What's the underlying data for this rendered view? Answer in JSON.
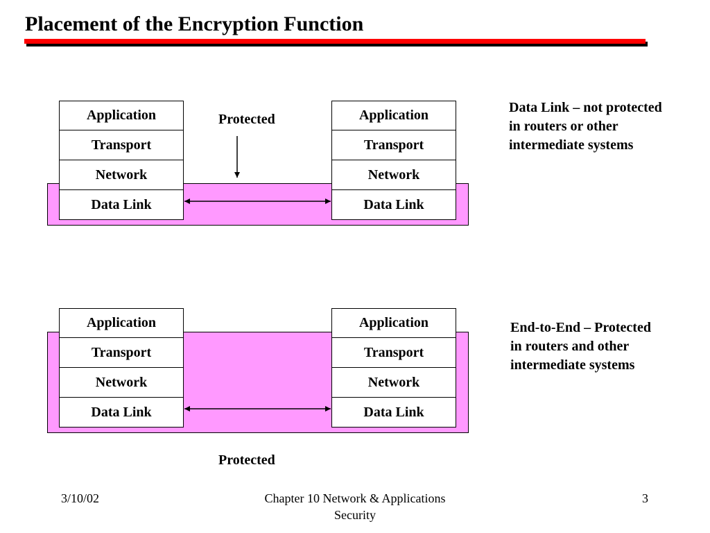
{
  "slide": {
    "title": "Placement of the Encryption Function",
    "colors": {
      "title_rule": "#ff0000",
      "band_fill": "#ff99ff"
    }
  },
  "top_diagram": {
    "left_stack": [
      "Application",
      "Transport",
      "Network",
      "Data Link"
    ],
    "right_stack": [
      "Application",
      "Transport",
      "Network",
      "Data Link"
    ],
    "protected_label": "Protected",
    "note_lines": [
      "Data Link – not protected",
      "in routers or other",
      "intermediate systems"
    ]
  },
  "bottom_diagram": {
    "left_stack": [
      "Application",
      "Transport",
      "Network",
      "Data Link"
    ],
    "right_stack": [
      "Application",
      "Transport",
      "Network",
      "Data Link"
    ],
    "protected_label": "Protected",
    "note_lines": [
      "End-to-End – Protected",
      "in routers and other",
      "intermediate systems"
    ]
  },
  "footer": {
    "date": "3/10/02",
    "chapter_line1": "Chapter 10 Network & Applications",
    "chapter_line2": "Security",
    "page": "3"
  }
}
